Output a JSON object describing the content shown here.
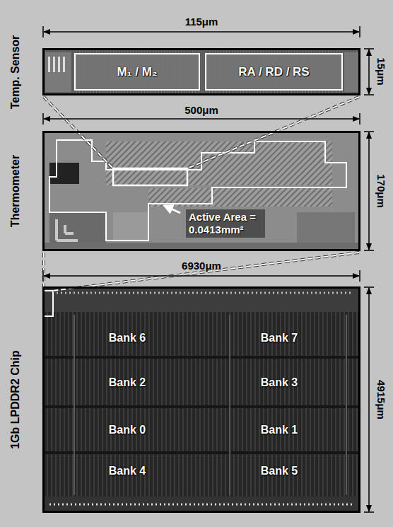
{
  "diagram": {
    "nodes": [
      {
        "text": [
          "Temp. Sensor"
        ]
      },
      {
        "text": [
          "M₁ / M₂"
        ],
        "in": 0
      },
      {
        "text": [
          "RA / RD / RS"
        ],
        "in": 0
      },
      {
        "text": [
          "Thermometer",
          "Active Area = 0.0413mm²"
        ]
      },
      {
        "text": [
          "1Gb LPDDR2 Chip"
        ]
      }
    ],
    "labels": [
      "115μm",
      "15μm",
      "500μm",
      "170μm",
      "6930μm",
      "4915μm",
      "Bank 6",
      "Bank 7",
      "Bank 2",
      "Bank 3",
      "Bank 0",
      "Bank 1",
      "Bank 4",
      "Bank 5"
    ]
  }
}
